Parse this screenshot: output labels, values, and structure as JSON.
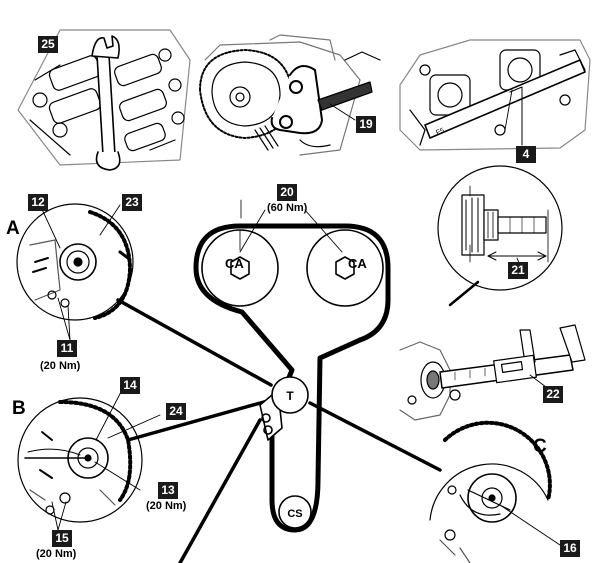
{
  "callouts": {
    "c25": "25",
    "c19": "19",
    "c4": "4",
    "c12": "12",
    "c23": "23",
    "c20": "20",
    "c21": "21",
    "c11": "11",
    "c14": "14",
    "c24": "24",
    "c22": "22",
    "c13": "13",
    "c15": "15",
    "c16": "16"
  },
  "torques": {
    "t20": "(60 Nm)",
    "t11": "(20 Nm)",
    "t13": "(20 Nm)",
    "t15": "(20 Nm)"
  },
  "detail_letters": {
    "a": "A",
    "b": "B",
    "c": "C"
  },
  "pulleys": {
    "ca_left": "CA",
    "ca_right": "CA",
    "tensioner": "T",
    "crank": "CS"
  },
  "tool_marking": "F5"
}
